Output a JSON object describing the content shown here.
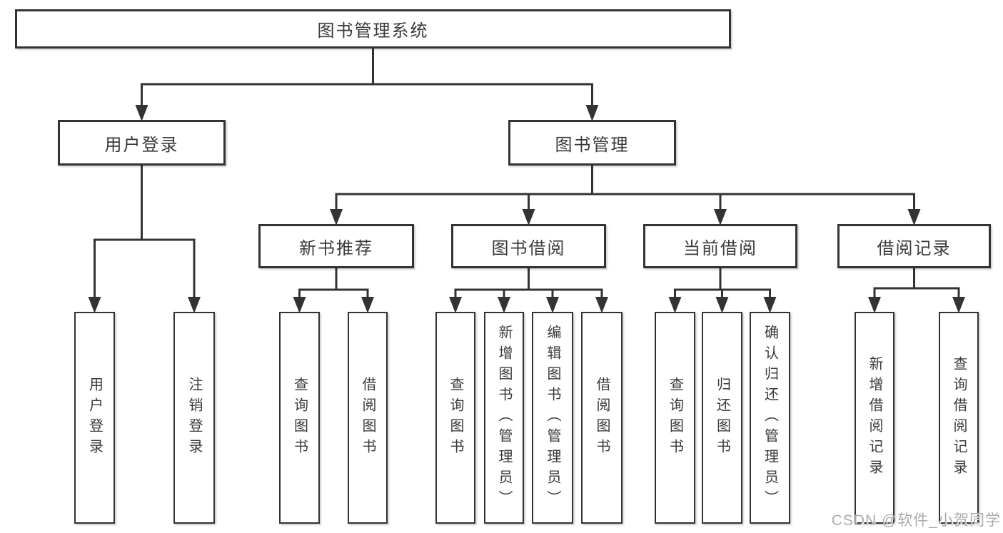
{
  "diagram": {
    "tree": {
      "id": "library-system",
      "label": "图书管理系统",
      "children": [
        {
          "id": "user-login",
          "label": "用户登录",
          "children": [
            {
              "id": "user-login-leaf",
              "label": "用户登录"
            },
            {
              "id": "logout-leaf",
              "label": "注销登录"
            }
          ]
        },
        {
          "id": "book-management",
          "label": "图书管理",
          "children": [
            {
              "id": "new-book-recommend",
              "label": "新书推荐",
              "children": [
                {
                  "id": "recommend-query-book",
                  "label": "查询图书"
                },
                {
                  "id": "recommend-borrow-book",
                  "label": "借阅图书"
                }
              ]
            },
            {
              "id": "book-borrow",
              "label": "图书借阅",
              "children": [
                {
                  "id": "borrow-query-book",
                  "label": "查询图书"
                },
                {
                  "id": "borrow-add-book",
                  "label": "新增图书（管理员）"
                },
                {
                  "id": "borrow-edit-book",
                  "label": "编辑图书（管理员）"
                },
                {
                  "id": "borrow-borrow-book",
                  "label": "借阅图书"
                }
              ]
            },
            {
              "id": "current-borrow",
              "label": "当前借阅",
              "children": [
                {
                  "id": "current-query-book",
                  "label": "查询图书"
                },
                {
                  "id": "current-return-book",
                  "label": "归还图书"
                },
                {
                  "id": "current-confirm-return",
                  "label": "确认归还（管理员）"
                }
              ]
            },
            {
              "id": "borrow-records",
              "label": "借阅记录",
              "children": [
                {
                  "id": "records-add-record",
                  "label": "新增借阅记录"
                },
                {
                  "id": "records-query-record",
                  "label": "查询借阅记录"
                }
              ]
            }
          ]
        }
      ]
    }
  },
  "watermark": {
    "text": "CSDN @软件_小贺同学"
  },
  "colors": {
    "line": "#333333",
    "box_fill": "#ffffff",
    "text": "#3a3a3a",
    "watermark": "#ababab"
  }
}
